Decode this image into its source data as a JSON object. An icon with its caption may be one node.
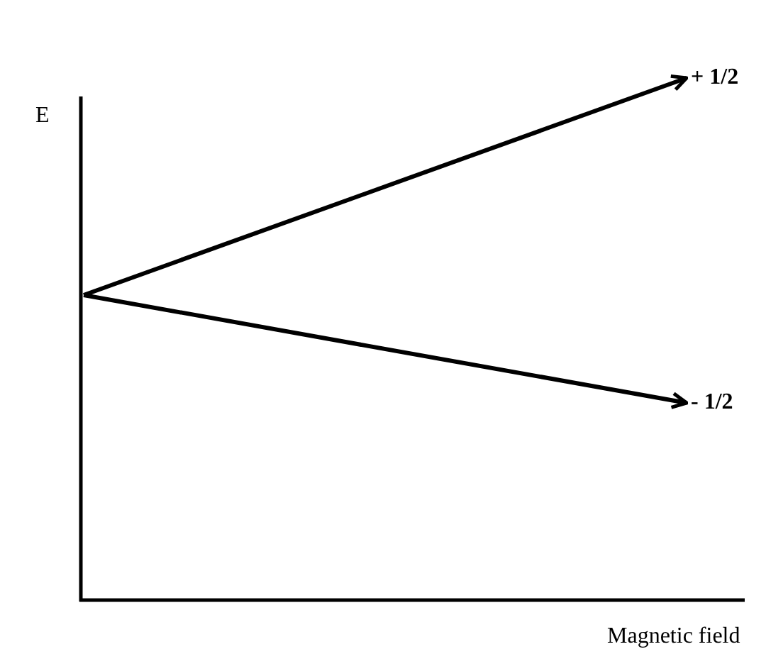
{
  "diagram": {
    "nodes": [
      {
        "text": [
          "+ 1/2"
        ]
      },
      {
        "text": [
          "- 1/2"
        ]
      }
    ],
    "edges": [
      {
        "from": null,
        "to": 0,
        "arrow": "to"
      },
      {
        "from": null,
        "to": 1,
        "arrow": "to"
      }
    ],
    "labels": [
      "E",
      "Magnetic field"
    ]
  }
}
